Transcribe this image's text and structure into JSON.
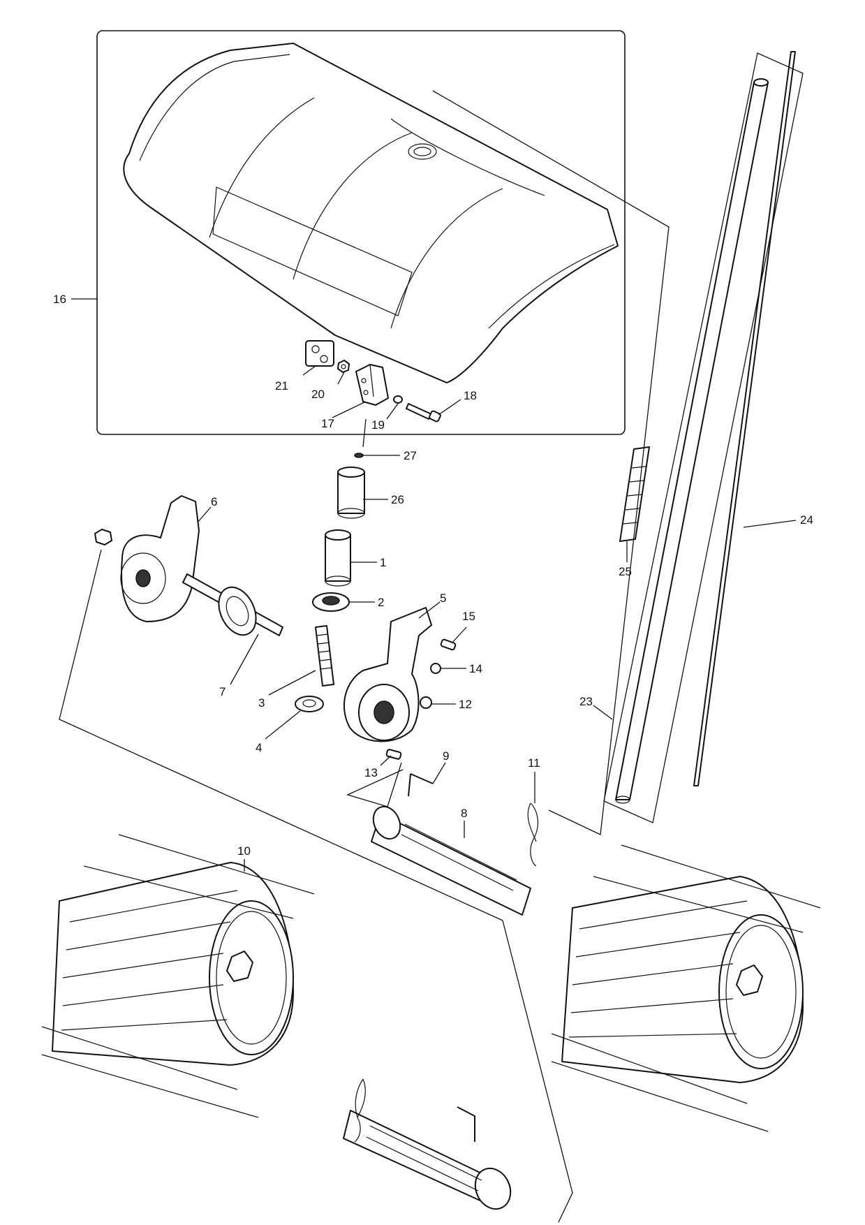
{
  "diagram": {
    "type": "exploded-parts-diagram",
    "callouts": [
      "1",
      "2",
      "3",
      "4",
      "5",
      "6",
      "7",
      "8",
      "9",
      "10",
      "11",
      "12",
      "13",
      "14",
      "15",
      "16",
      "17",
      "18",
      "19",
      "20",
      "21",
      "23",
      "24",
      "25",
      "26",
      "27"
    ]
  }
}
